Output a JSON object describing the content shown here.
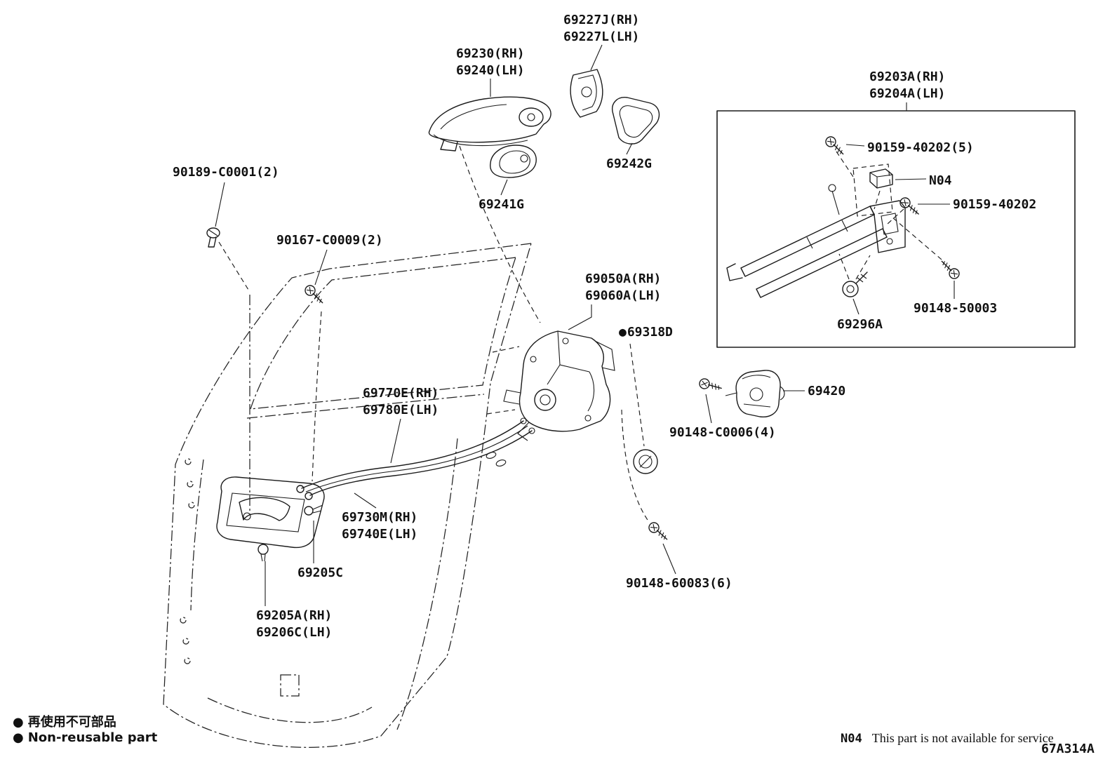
{
  "page": {
    "background": "#ffffff",
    "line_color": "#1b1b1b"
  },
  "labels": [
    {
      "id": "69227J-rh",
      "text": "69227J(RH)"
    },
    {
      "id": "69227L-lh",
      "text": "69227L(LH)"
    },
    {
      "id": "69230-rh",
      "text": "69230(RH)"
    },
    {
      "id": "69240-lh",
      "text": "69240(LH)"
    },
    {
      "id": "69203A-rh",
      "text": "69203A(RH)"
    },
    {
      "id": "69204A-lh",
      "text": "69204A(LH)"
    },
    {
      "id": "90159-40202-5",
      "text": "90159-40202(5)"
    },
    {
      "id": "n04-callout",
      "text": "N04"
    },
    {
      "id": "90159-40202",
      "text": "90159-40202"
    },
    {
      "id": "90189-C0001-2",
      "text": "90189-C0001(2)"
    },
    {
      "id": "90167-C0009-2",
      "text": "90167-C0009(2)"
    },
    {
      "id": "69242G",
      "text": "69242G"
    },
    {
      "id": "69241G",
      "text": "69241G"
    },
    {
      "id": "69050A-rh",
      "text": "69050A(RH)"
    },
    {
      "id": "69060A-lh",
      "text": "69060A(LH)"
    },
    {
      "id": "69318D",
      "bullet": "●",
      "text": "69318D"
    },
    {
      "id": "90148-50003",
      "text": "90148-50003"
    },
    {
      "id": "69296A",
      "text": "69296A"
    },
    {
      "id": "69770E-rh",
      "text": "69770E(RH)"
    },
    {
      "id": "69780E-lh",
      "text": "69780E(LH)"
    },
    {
      "id": "69420",
      "text": "69420"
    },
    {
      "id": "90148-C0006-4",
      "text": "90148-C0006(4)"
    },
    {
      "id": "69730M-rh",
      "text": "69730M(RH)"
    },
    {
      "id": "69740E-lh",
      "text": "69740E(LH)"
    },
    {
      "id": "69205C",
      "text": "69205C"
    },
    {
      "id": "69205A-rh",
      "text": "69205A(RH)"
    },
    {
      "id": "69206C-lh",
      "text": "69206C(LH)"
    },
    {
      "id": "90148-60083-6",
      "text": "90148-60083(6)"
    }
  ],
  "legend": {
    "bullet": "●",
    "jp": "再使用不可部品",
    "en": "Non-reusable part"
  },
  "note": {
    "code": "N04",
    "text": "This part is not available for service"
  },
  "diagram_code": "67A314A"
}
